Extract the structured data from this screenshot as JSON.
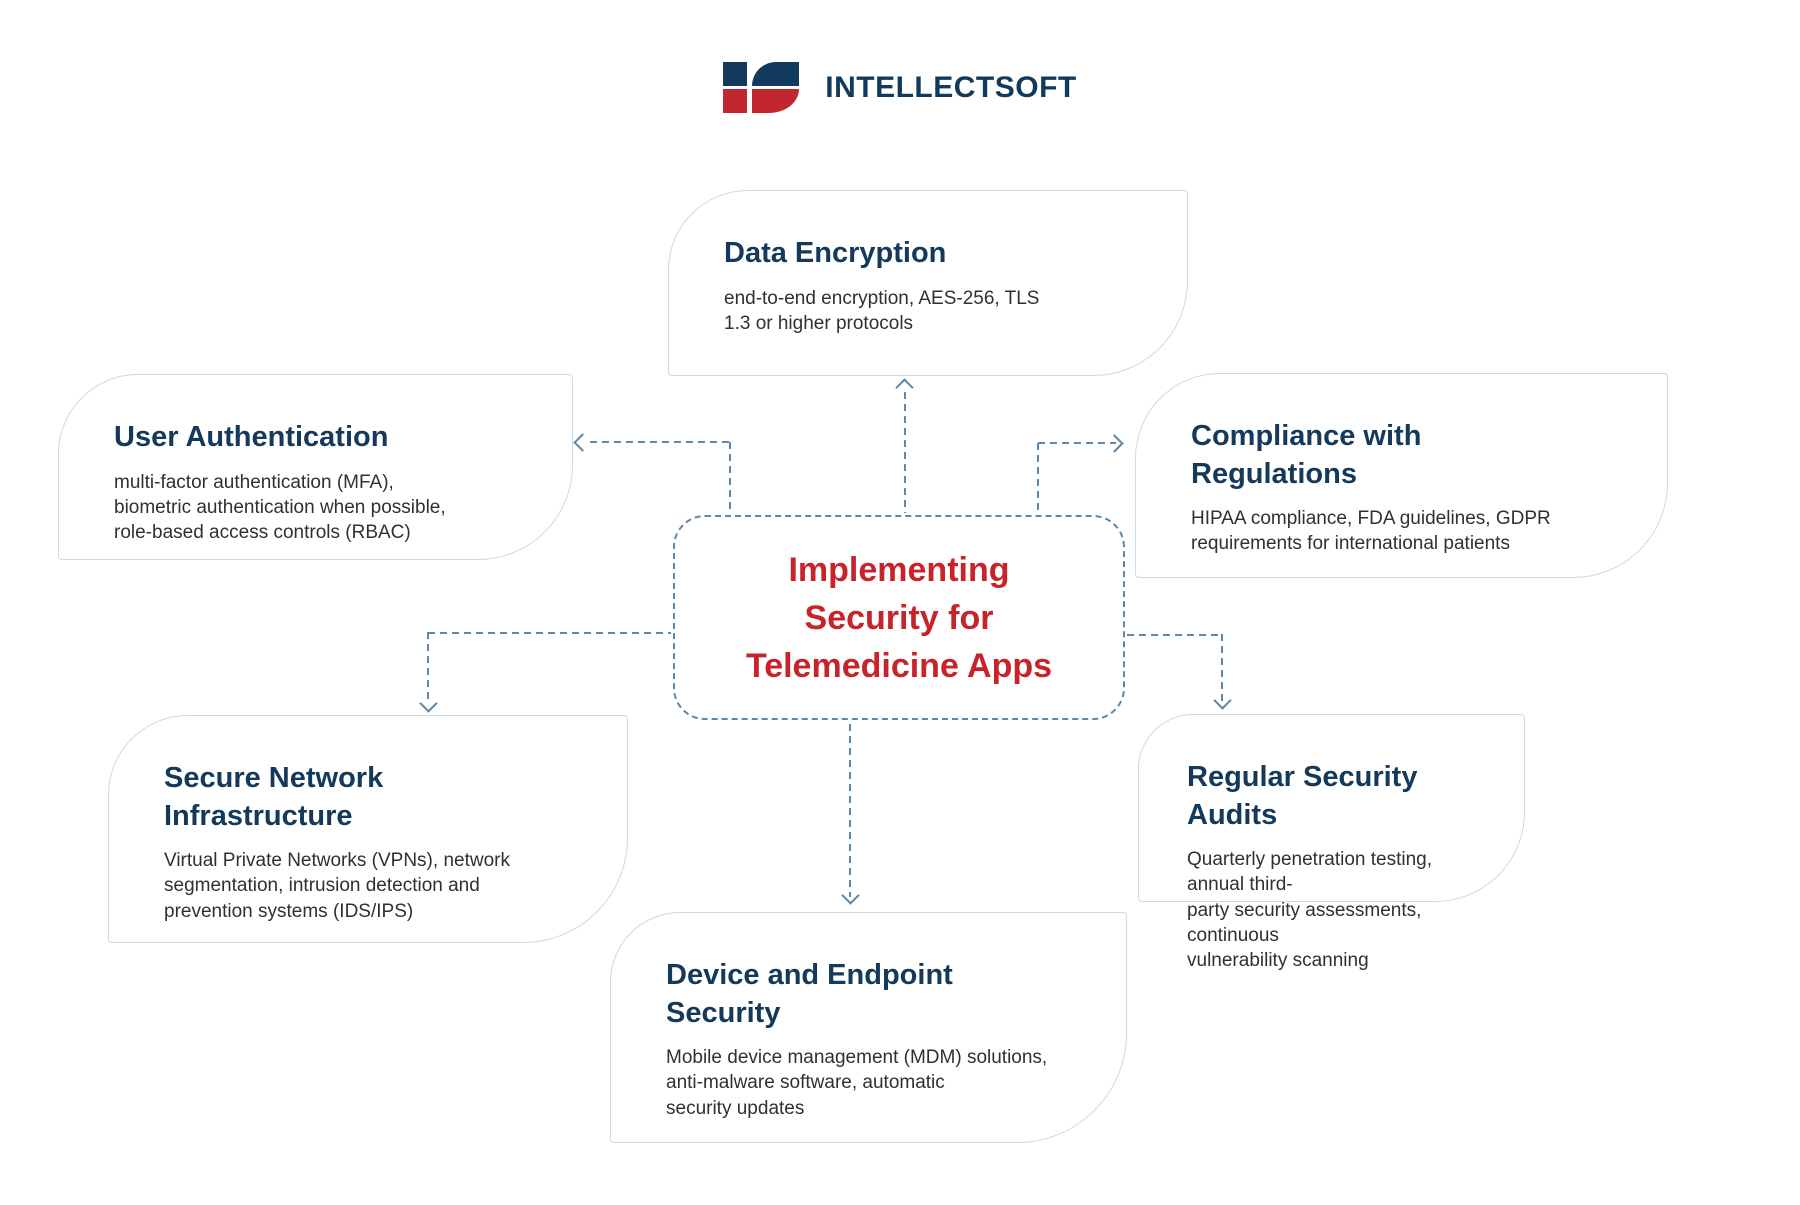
{
  "brand": {
    "name": "INTELLECTSOFT"
  },
  "center": {
    "title": "Implementing\nSecurity for\nTelemedicine Apps"
  },
  "nodes": [
    {
      "id": "data-encryption",
      "title": "Data Encryption",
      "body": "end-to-end encryption, AES-256, TLS\n1.3 or higher protocols"
    },
    {
      "id": "user-authentication",
      "title": "User Authentication",
      "body": "multi-factor authentication (MFA),\nbiometric authentication when possible,\nrole-based access controls (RBAC)"
    },
    {
      "id": "compliance-with-regulations",
      "title": "Compliance with\nRegulations",
      "body": "HIPAA compliance, FDA guidelines, GDPR\nrequirements for international patients"
    },
    {
      "id": "secure-network-infrastructure",
      "title": "Secure Network\nInfrastructure",
      "body": "Virtual Private Networks (VPNs), network\nsegmentation, intrusion detection and\nprevention systems (IDS/IPS)"
    },
    {
      "id": "regular-security-audits",
      "title": "Regular Security Audits",
      "body": "Quarterly penetration testing, annual third-\nparty security assessments, continuous\nvulnerability scanning"
    },
    {
      "id": "device-and-endpoint-security",
      "title": "Device and Endpoint\nSecurity",
      "body": "Mobile device management (MDM) solutions,\nanti-malware software, automatic\nsecurity updates"
    }
  ],
  "colors": {
    "accent_red": "#C8232B",
    "title_navy": "#14395B",
    "body_text": "#303030",
    "box_border": "#C7DBEB",
    "connector": "#5D87AB",
    "logo_navy": "#123A5C",
    "logo_red": "#C1272D"
  }
}
